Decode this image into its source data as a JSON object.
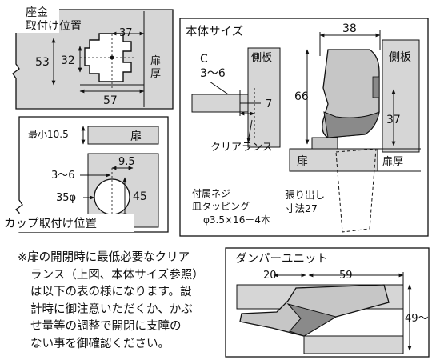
{
  "colors": {
    "panel": "#d6d6d6",
    "part": "#c6c6c6",
    "dark": "#8a8a8a",
    "line": "#111111"
  },
  "mount": {
    "title_line1": "座金",
    "title_line2": "取付け位置",
    "dim_width": "37",
    "dim_height_outer": "53",
    "dim_height_inner": "32",
    "dim_bottom": "57",
    "door_thickness": "扉厚"
  },
  "body_size": {
    "title": "本体サイズ",
    "dim_38": "38",
    "c_label": "C",
    "c_range": "3～6",
    "side_plate_left": "側板",
    "side_plate_right": "側板",
    "dim_7": "7",
    "dim_66": "66",
    "dim_37": "37",
    "clearance": "クリアランス",
    "door": "扉",
    "door_thickness": "扉厚",
    "screw_line1": "付属ネジ",
    "screw_line2": "皿タッピング",
    "screw_line3": "φ3.5×16－4本",
    "protrusion_line1": "張り出し",
    "protrusion_line2": "寸法27"
  },
  "cup": {
    "min_label": "最小10.5",
    "door": "扉",
    "dim_95": "9.5",
    "range": "3～6",
    "diameter": "35φ",
    "dim_45": "45",
    "title": "カップ取付け位置"
  },
  "note": {
    "line1": "※扉の開閉時に最低必要なクリア",
    "line2": "ランス（上図、本体サイズ参照）",
    "line3": "は以下の表の様になります。設",
    "line4": "計時に御注意いただくか、かぶ",
    "line5": "せ量等の調整で開閉に支障の",
    "line6": "ない事を御確認ください。"
  },
  "damper": {
    "title": "ダンパーユニット",
    "dim_20": "20",
    "dim_59": "59",
    "dim_49": "49～"
  }
}
